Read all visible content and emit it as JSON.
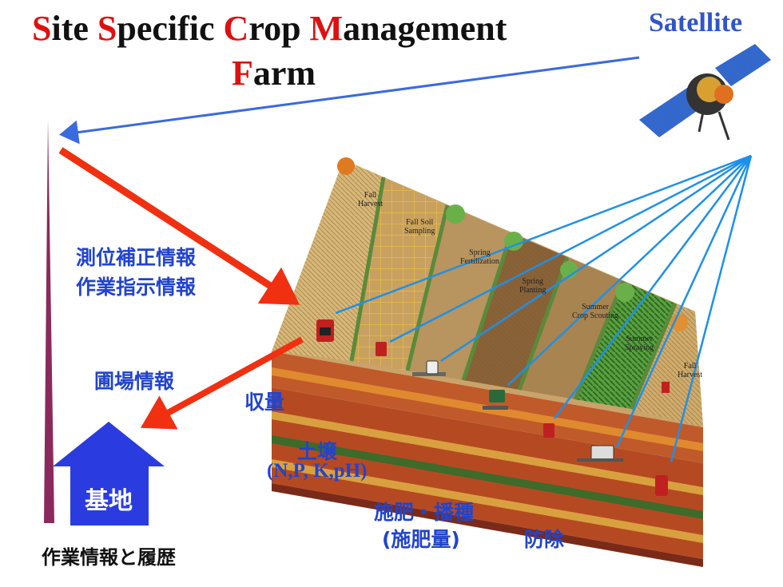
{
  "title": {
    "line1": [
      {
        "cap": "S",
        "rest": "ite "
      },
      {
        "cap": "S",
        "rest": "pecific "
      },
      {
        "cap": "C",
        "rest": "rop "
      },
      {
        "cap": "M",
        "rest": "anagement"
      }
    ],
    "line2": {
      "cap": "F",
      "rest": "arm"
    }
  },
  "satellite_label": "Satellite",
  "left_labels": {
    "correction_info": "測位補正情報",
    "work_instruction_info": "作業指示情報",
    "field_info": "圃場情報",
    "base": "基地",
    "work_info_history": "作業情報と履歴"
  },
  "field_annotations": {
    "yield": "収量",
    "soil": "土壌",
    "soil_nutrients": "(N,P, K,pH)",
    "fertilize_seed": "施肥・播種",
    "fertilizer_amount": "(施肥量)",
    "pest_control": "防除"
  },
  "field_stages": [
    {
      "line1": "Fall",
      "line2": "Harvest"
    },
    {
      "line1": "Fall Soil",
      "line2": "Sampling"
    },
    {
      "line1": "Spring",
      "line2": "Fertilization"
    },
    {
      "line1": "Spring",
      "line2": "Planting"
    },
    {
      "line1": "Summer",
      "line2": "Crop Scouting"
    },
    {
      "line1": "Summer",
      "line2": "Spraying"
    },
    {
      "line1": "Fall",
      "line2": "Harvest"
    }
  ],
  "colors": {
    "title_capital": "#e01010",
    "satellite_text": "#2f55c8",
    "link_line": "#1e90e8",
    "downlink_arrow": "#3a6ae0",
    "uplink_arrow": "#f03010",
    "base_house": "#2a3ce0",
    "timeline_bar": "#8a2a5c"
  }
}
